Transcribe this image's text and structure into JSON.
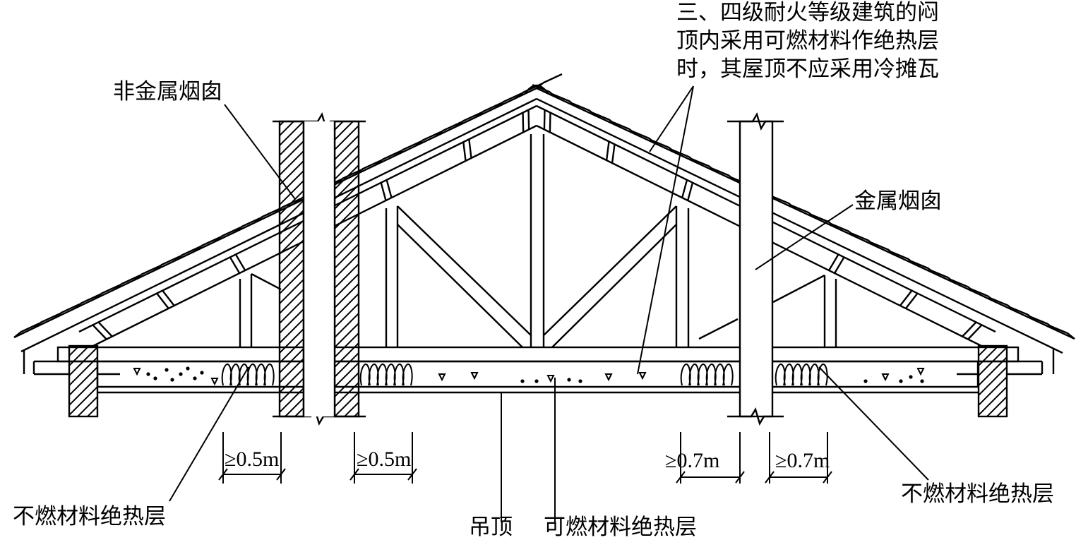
{
  "title_note": {
    "line1": "三、四级耐火等级建筑的闷",
    "line2": "顶内采用可燃材料作绝热层",
    "line3": "时，其屋顶不应采用冷摊瓦"
  },
  "labels": {
    "nonmetal_chimney": "非金属烟囱",
    "metal_chimney": "金属烟囱",
    "noncombustible_insulation_left": "不燃材料绝热层",
    "noncombustible_insulation_right": "不燃材料绝热层",
    "suspended_ceiling": "吊顶",
    "combustible_insulation": "可燃材料绝热层"
  },
  "dimensions": {
    "d1": "≥0.5m",
    "d2": "≥0.5m",
    "d3": "≥0.7m",
    "d4": "≥0.7m"
  }
}
